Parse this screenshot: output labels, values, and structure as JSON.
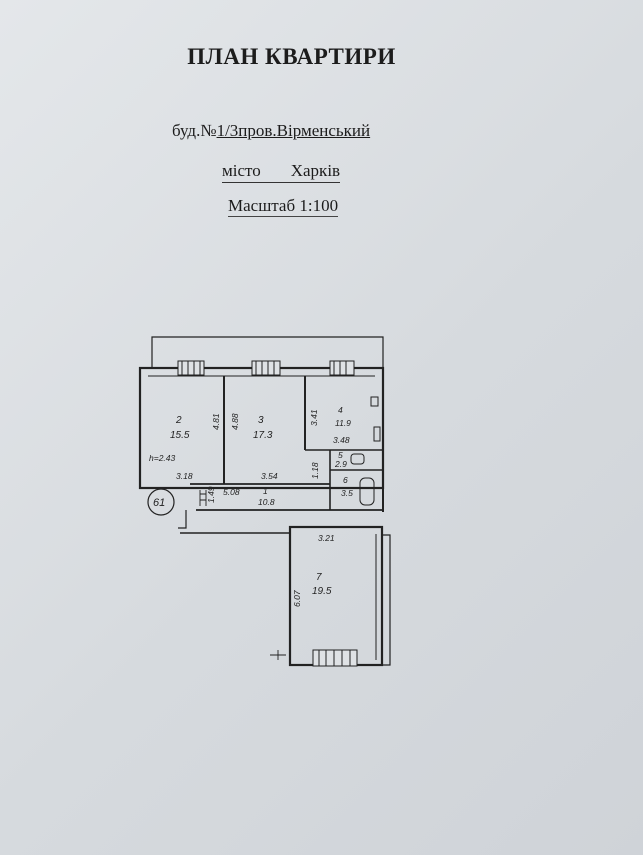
{
  "document": {
    "title": "ПЛАН КВАРТИРИ",
    "address_prefix": "буд.№",
    "address_underlined": "1/3пров.Вірменський",
    "city_label": "місто",
    "city_name": "Харків",
    "scale": "Масштаб 1:100"
  },
  "plan": {
    "badge": "61",
    "rooms": [
      {
        "number": "2",
        "area": "15.5"
      },
      {
        "number": "3",
        "area": "17.3"
      },
      {
        "number": "4",
        "area": "11.9"
      },
      {
        "number": "1",
        "area": "10.8"
      },
      {
        "number": "5",
        "area": "2.9"
      },
      {
        "number": "6",
        "area": "3.5"
      },
      {
        "number": "7",
        "area": "19.5"
      }
    ],
    "dimensions": {
      "d481": "4.81",
      "d488": "4.88",
      "d341": "3.41",
      "d348": "3.48",
      "height": "h=2.43",
      "d318": "3.18",
      "d354": "3.54",
      "d118": "1.18",
      "d508": "5.08",
      "d149": "1.49",
      "d321": "3.21",
      "d607": "6.07"
    }
  }
}
